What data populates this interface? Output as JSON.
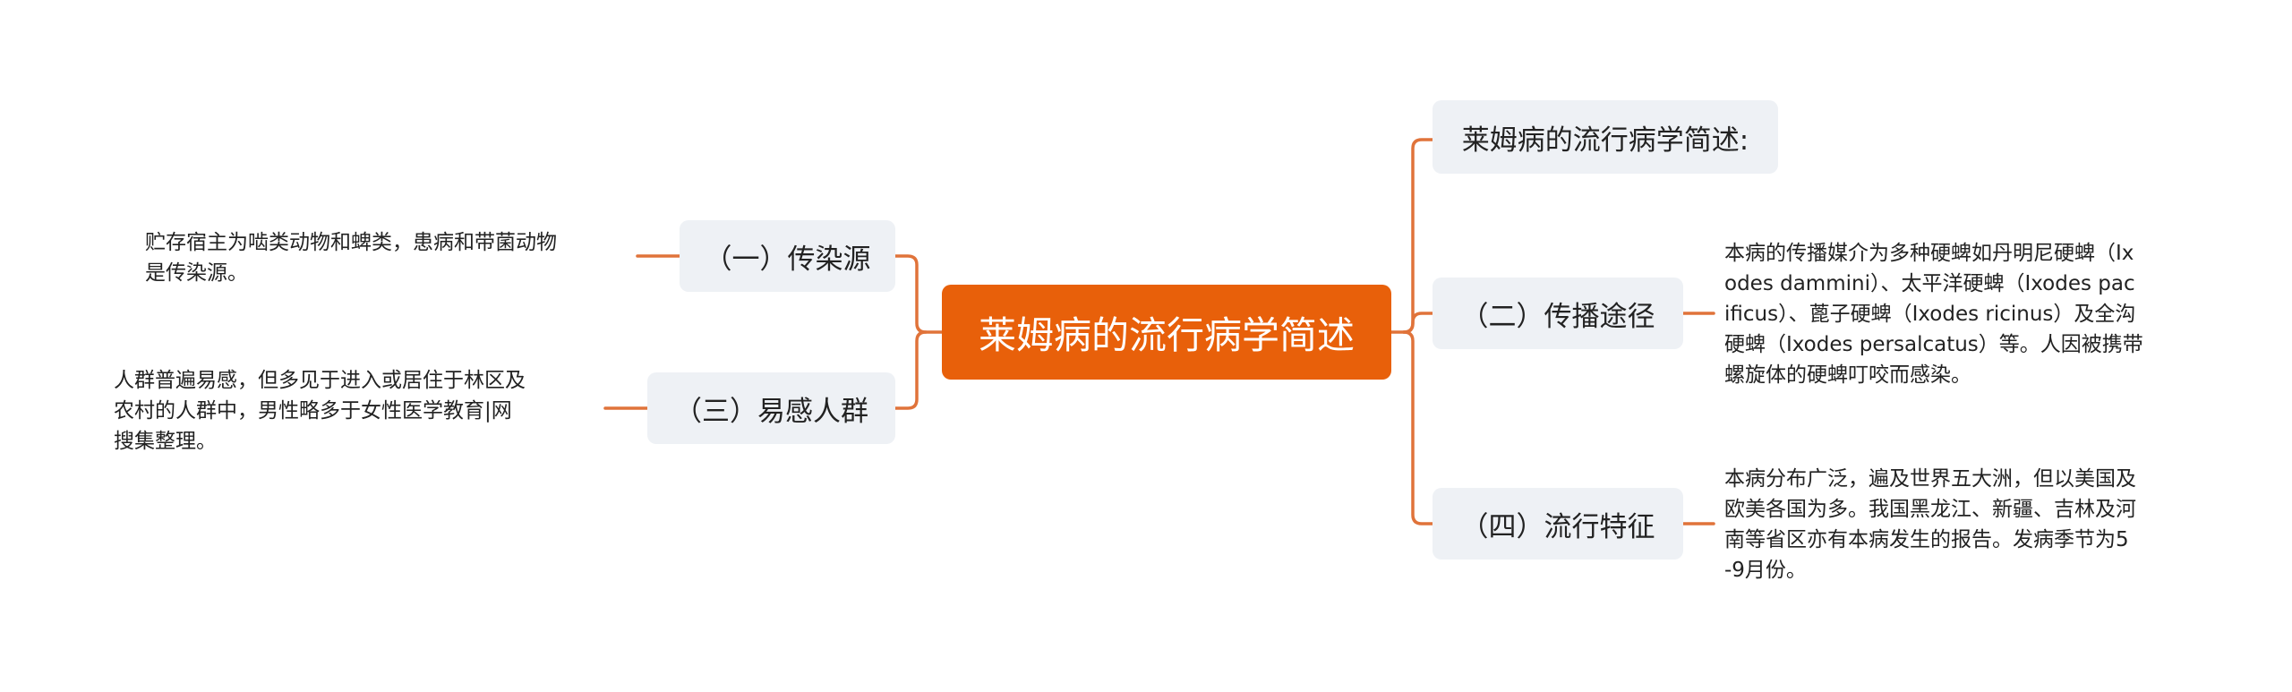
{
  "root": {
    "label": "莱姆病的流行病学简述"
  },
  "branches": {
    "summary": {
      "label": "莱姆病的流行病学简述:"
    },
    "source": {
      "label": "（一）传染源"
    },
    "susceptible": {
      "label": "（三）易感人群"
    },
    "transmission": {
      "label": "（二）传播途径"
    },
    "epidemic": {
      "label": "（四）流行特征"
    }
  },
  "leaves": {
    "source": "贮存宿主为啮类动物和蜱类，患病和带菌动物\n是传染源。",
    "susceptible": "人群普遍易感，但多见于进入或居住于林区及\n农村的人群中，男性略多于女性医学教育|网\n搜集整理。",
    "transmission": "本病的传播媒介为多种硬蜱如丹明尼硬蜱（Ix\nodes dammini）、太平洋硬蜱（Ixodes pac\nificus）、蓖子硬蜱（Ixodes ricinus）及全沟\n硬蜱（Ixodes persalcatus）等。人因被携带\n螺旋体的硬蜱叮咬而感染。",
    "epidemic": "本病分布广泛，遍及世界五大洲，但以美国及\n欧美各国为多。我国黑龙江、新疆、吉林及河\n南等省区亦有本病发生的报告。发病季节为5\n-9月份。"
  },
  "colors": {
    "root_fill": "#e8600a",
    "connector": "#e0733a",
    "branch_fill": "#eef1f5"
  }
}
